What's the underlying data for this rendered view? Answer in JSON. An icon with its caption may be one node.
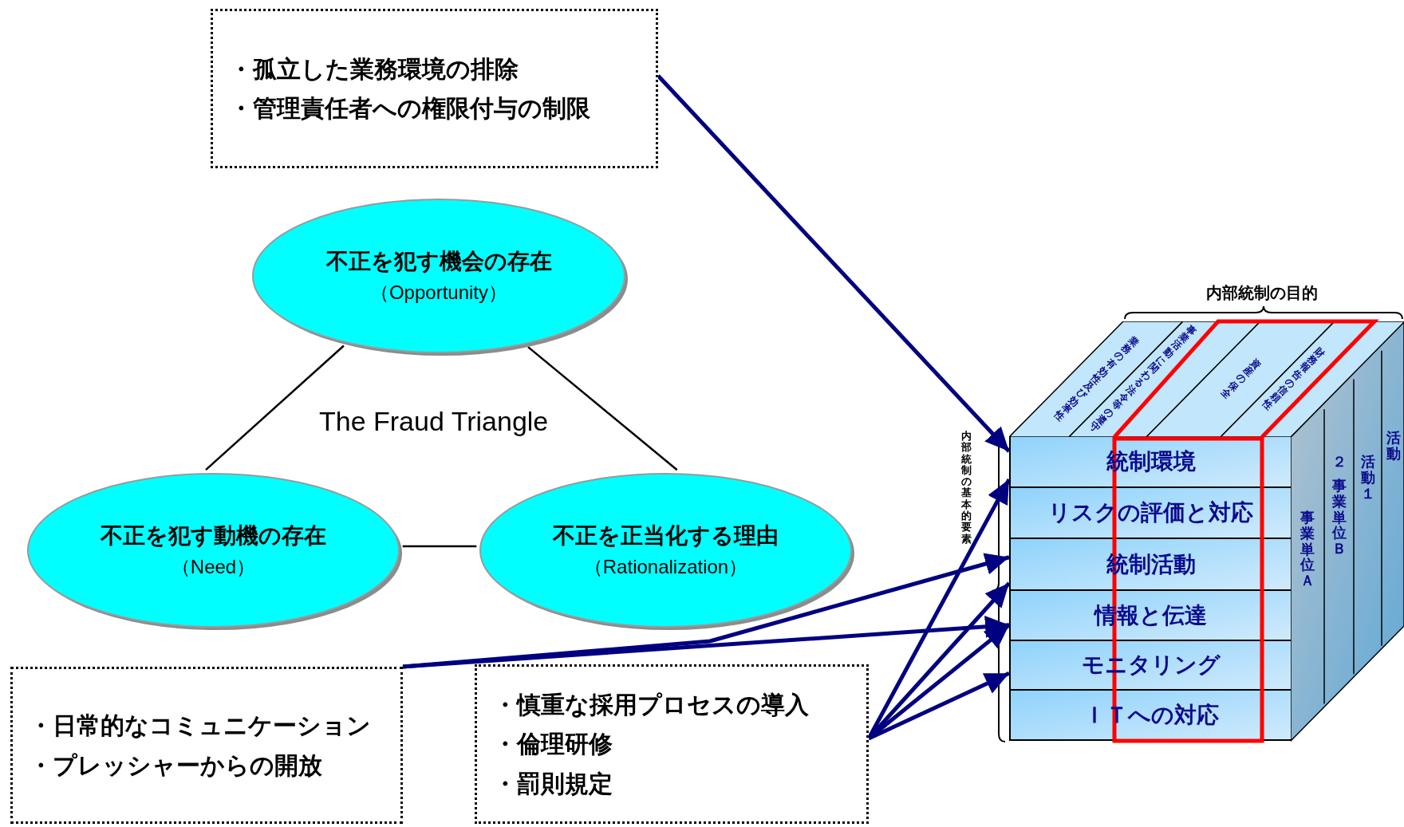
{
  "diagram": {
    "nodes": [
      {
        "text": [
          "・孤立した業務環境の排除",
          "・管理責任者への権限付与の制限"
        ]
      },
      {
        "text": [
          "不正を犯す機会の存在",
          "（Opportunity）"
        ]
      },
      {
        "text": [
          "不正を犯す動機の存在",
          "（Need）"
        ]
      },
      {
        "text": [
          "不正を正当化する理由",
          "（Rationalization）"
        ]
      },
      {
        "text": [
          "・日常的なコミュニケーション",
          "・プレッシャーからの開放"
        ]
      },
      {
        "text": [
          "・慎重な採用プロセスの導入",
          "・倫理研修",
          "・罰則規定"
        ]
      },
      {
        "text": [
          "統制環境"
        ]
      },
      {
        "text": [
          "リスクの評価と対応"
        ]
      },
      {
        "text": [
          "統制活動"
        ]
      },
      {
        "text": [
          "情報と伝達"
        ]
      },
      {
        "text": [
          "モニタリング"
        ]
      },
      {
        "text": [
          "ＩＴへの対応"
        ]
      },
      {
        "text": [
          "業務の有効性及び効率性"
        ]
      },
      {
        "text": [
          "事業活動に関わる法令等の遵守"
        ]
      },
      {
        "text": [
          "資産の保全"
        ]
      },
      {
        "text": [
          "財務報告の信頼性"
        ]
      }
    ],
    "edges": [
      {
        "from": 0,
        "to": 6,
        "arrow": "to"
      },
      {
        "from": 1,
        "to": 2,
        "arrow": "none",
        "color": "#000000"
      },
      {
        "from": 1,
        "to": 3,
        "arrow": "none",
        "color": "#000000"
      },
      {
        "from": 2,
        "to": 3,
        "arrow": "none",
        "color": "#000000"
      },
      {
        "from": 4,
        "to": 8,
        "arrow": "to"
      },
      {
        "from": 4,
        "to": 9,
        "arrow": "to"
      },
      {
        "from": 5,
        "to": 6,
        "arrow": "to"
      },
      {
        "from": 5,
        "to": 8,
        "arrow": "to"
      },
      {
        "from": 5,
        "to": 9,
        "arrow": "to"
      },
      {
        "from": 5,
        "to": 10,
        "arrow": "to"
      }
    ],
    "labels": [
      "The Fraud Triangle",
      "内部統制の目的",
      "内部統制の基本的要素",
      "事業単位Ａ",
      "事業単位Ｂ",
      "活動１",
      "２",
      "活動"
    ]
  }
}
